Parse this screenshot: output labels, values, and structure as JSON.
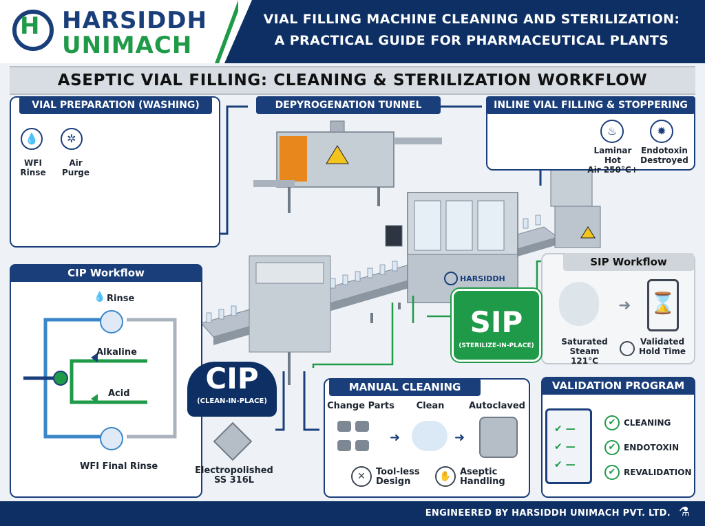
{
  "brand": {
    "line1": "HARSIDDH",
    "line2": "UNIMACH",
    "logo_letter": "H"
  },
  "header": {
    "title_line1": "VIAL FILLING MACHINE CLEANING AND STERILIZATION:",
    "title_line2": "A PRACTICAL GUIDE FOR PHARMACEUTICAL PLANTS"
  },
  "subtitle": "ASEPTIC VIAL FILLING: CLEANING & STERILIZATION WORKFLOW",
  "panels": {
    "vial_prep": {
      "title": "VIAL PREPARATION (WASHING)",
      "items": [
        "WFI Rinse",
        "Air Purge"
      ]
    },
    "depyro": {
      "title": "DEPYROGENATION TUNNEL"
    },
    "filling": {
      "title": "INLINE VIAL FILLING & STOPPERING",
      "items": [
        "Laminar Hot\nAir 250°C+",
        "Endotoxin\nDestroyed"
      ]
    },
    "cip": {
      "title": "CIP Workflow",
      "steps": [
        "Rinse",
        "Alkaline",
        "Acid",
        "WFI Final Rinse"
      ],
      "badge": "CIP",
      "badge_sub": "(CLEAN-IN-PLACE)",
      "material": "Electropolished\nSS 316L"
    },
    "sip": {
      "title": "SIP Workflow",
      "badge": "SIP",
      "badge_sub": "(STERILIZE-IN-PLACE)",
      "items": [
        "Saturated\nSteam 121°C",
        "Validated\nHold Time"
      ]
    },
    "manual": {
      "title": "MANUAL CLEANING",
      "steps": [
        "Change Parts",
        "Clean",
        "Autoclaved"
      ],
      "items": [
        "Tool-less\nDesign",
        "Aseptic\nHandling"
      ]
    },
    "validation": {
      "title": "VALIDATION PROGRAM",
      "items": [
        "CLEANING",
        "ENDOTOXIN",
        "REVALIDATION"
      ]
    }
  },
  "machine_brand": "HARSIDDH",
  "footer": "ENGINEERED BY HARSIDDH UNIMACH PVT. LTD.",
  "colors": {
    "navy": "#0d2f63",
    "blue": "#1a3e7a",
    "green": "#1f9a48",
    "steel": "#9aa6b2"
  }
}
